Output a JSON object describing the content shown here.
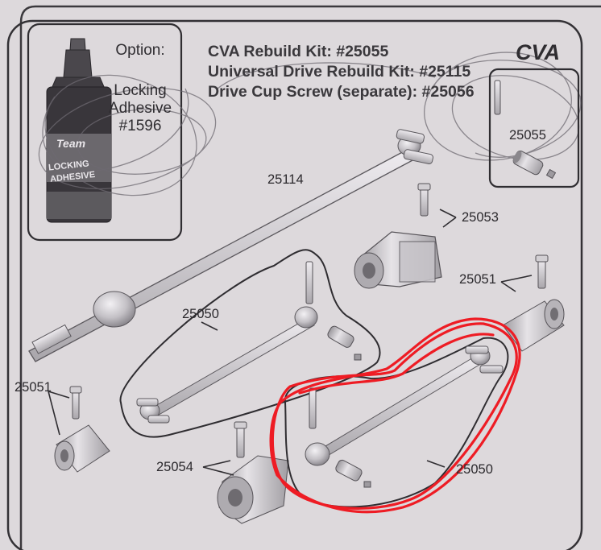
{
  "option": {
    "title": "Option:",
    "line1": "Locking",
    "line2": "Adhesive",
    "part_number": "#1596"
  },
  "bottle": {
    "brand_top": "Team",
    "label_line1": "LOCKING",
    "label_line2": "ADHESIVE"
  },
  "kits": {
    "cva_rebuild": "CVA Rebuild Kit: #25055",
    "universal_rebuild": "Universal Drive Rebuild Kit: #25115",
    "drive_cup_screw": "Drive Cup Screw (separate): #25056"
  },
  "header": {
    "title": "CVA"
  },
  "parts": {
    "p25055": "25055",
    "p25114": "25114",
    "p25053": "25053",
    "p25051_right": "25051",
    "p25050_left": "25050",
    "p25051_left": "25051",
    "p25054": "25054",
    "p25050_right": "25050"
  },
  "colors": {
    "paper": "#ddd9dc",
    "ink": "#2f2d31",
    "part_fill": "#c9c6cb",
    "highlight": "#ee1c24"
  }
}
